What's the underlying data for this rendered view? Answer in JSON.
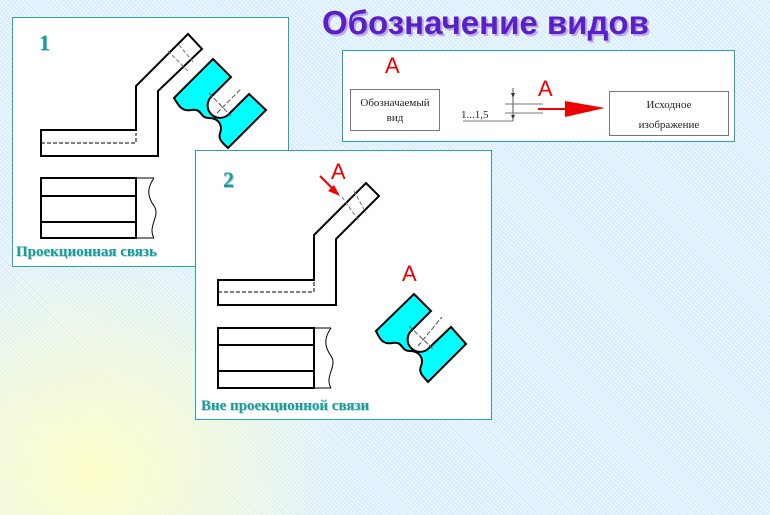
{
  "title": "Обозначение видов",
  "legend": {
    "view_letter": "А",
    "designated_view": "Обозначаемый вид",
    "arrow_letter": "А",
    "arrow_size": "1...1,5",
    "source_image": "Исходное изображение"
  },
  "panel1": {
    "number": "1",
    "caption": "Проекционная связь"
  },
  "panel2": {
    "number": "2",
    "caption": "Вне проекционной связи",
    "arrow_letter": "А",
    "view_letter": "А"
  },
  "colors": {
    "title": "#5a1fc8",
    "accent": "#1a9a9a",
    "fill": "#00ffff",
    "marker": "#ee0000"
  }
}
